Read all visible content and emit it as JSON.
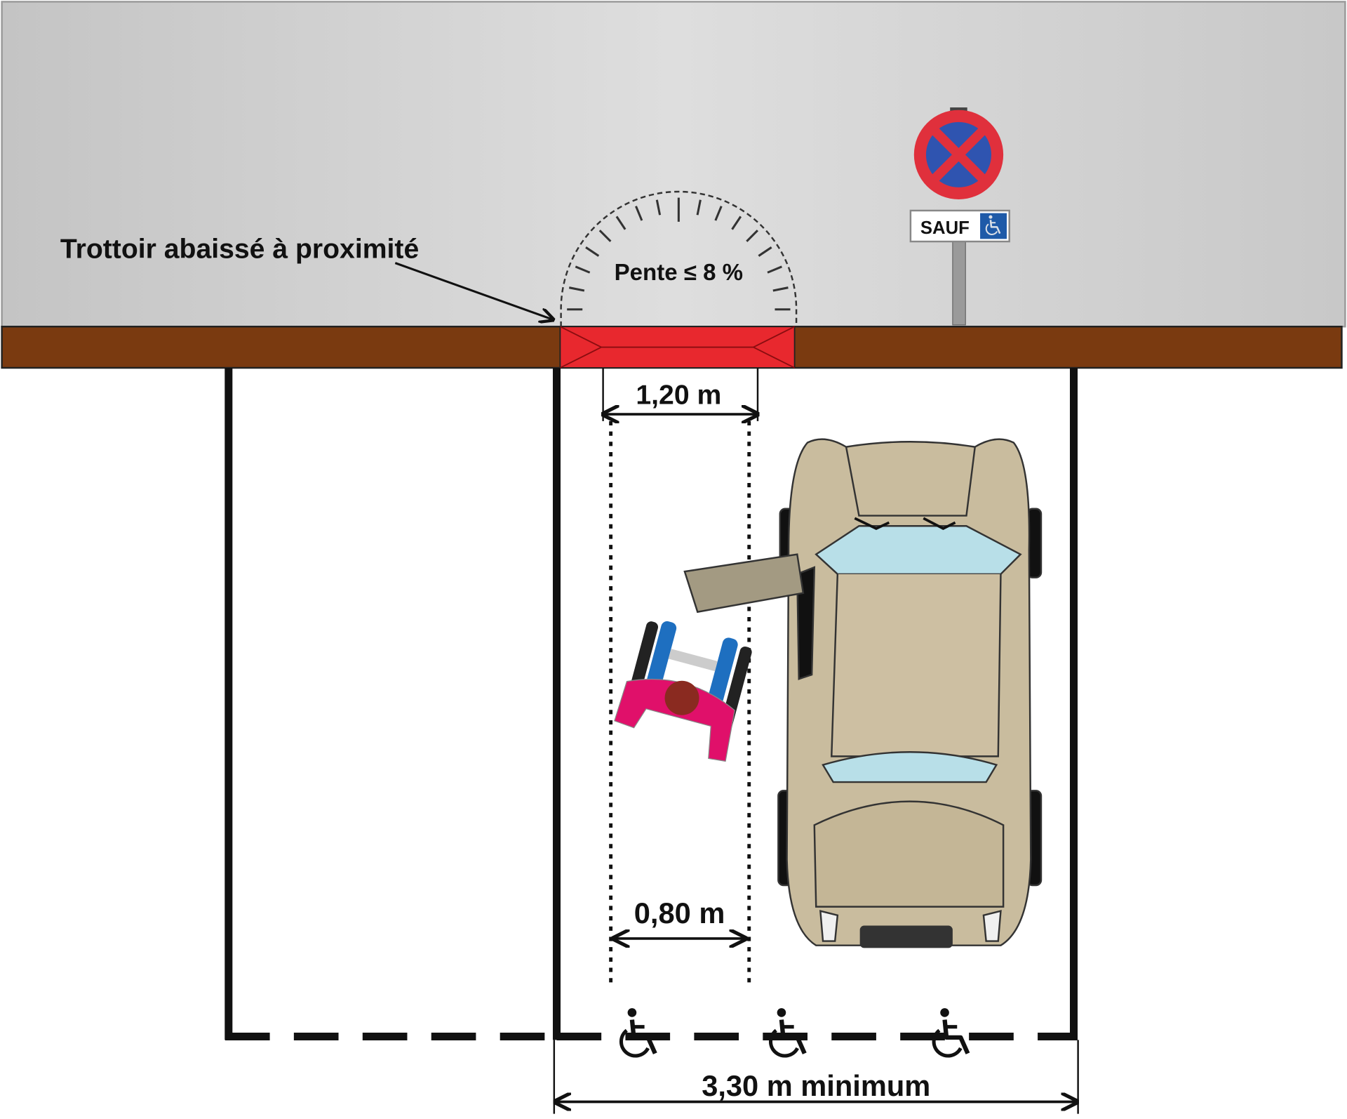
{
  "labels": {
    "curb_note": "Trottoir abaissé à proximité",
    "slope": "Pente ≤ 8 %",
    "sign_text": "SAUF",
    "ramp_width": "1,20 m",
    "aisle_width": "0,80 m",
    "space_width": "3,30 m minimum"
  },
  "colors": {
    "road": "#cfcfcf",
    "curb": "#7a3a10",
    "lowered_curb": "#e8282e",
    "car": "#c9bc9e",
    "glass": "#b8dfe8",
    "sign_red": "#e0303c",
    "sign_blue": "#2f54b0"
  },
  "icons": [
    "wheelchair-symbol",
    "no-parking-sign",
    "car",
    "wheelchair-user",
    "protractor"
  ]
}
